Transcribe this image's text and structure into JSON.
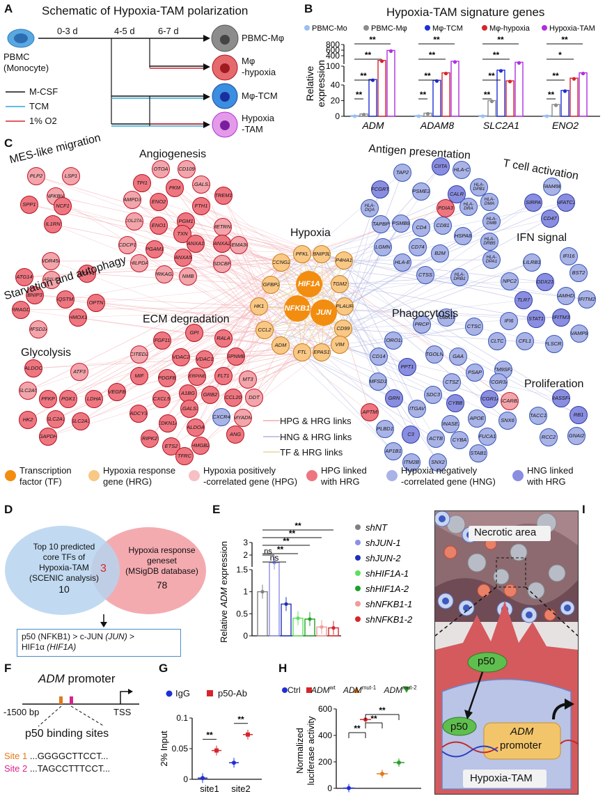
{
  "panels": {
    "A": "A",
    "B": "B",
    "C": "C",
    "D": "D",
    "E": "E",
    "F": "F",
    "G": "G",
    "H": "H",
    "I": "I"
  },
  "panelA": {
    "title": "Schematic of Hypoxia-TAM polarization",
    "source1": "PBMC",
    "source2": "(Monocyte)",
    "time1": "0-3 d",
    "time2": "4-5 d",
    "time3": "6-7 d",
    "outcomes": [
      "PBMC-Mφ",
      "Mφ",
      "-hypoxia",
      "Mφ-TCM",
      "Hypoxia",
      "-TAM"
    ],
    "legend": [
      {
        "label": "M-CSF",
        "color": "#111111"
      },
      {
        "label": "TCM",
        "color": "#2aa8d8"
      },
      {
        "label": "1% O2",
        "color": "#d6252c"
      }
    ]
  },
  "panelB": {
    "title": "Hypoxia-TAM signature genes",
    "ylabel": "Relative expression",
    "genes": [
      "ADM",
      "ADAM8",
      "SLC2A1",
      "ENO2"
    ],
    "sig": "**",
    "sig_single": "*"
  },
  "chart_data": [
    {
      "type": "bar",
      "title": "Hypoxia-TAM signature genes",
      "ylabel": "Relative expression",
      "categories": [
        "ADM",
        "ADAM8",
        "SLC2A1",
        "ENO2"
      ],
      "yticks": [
        0,
        20,
        40,
        100,
        400,
        600,
        800
      ],
      "series": [
        {
          "name": "PBMC-Mo",
          "color": "#9bbff0",
          "values": [
            1,
            1,
            1,
            1
          ]
        },
        {
          "name": "PBMC-Mφ",
          "color": "#8c8c8c",
          "values": [
            3,
            4,
            20,
            15
          ]
        },
        {
          "name": "Mφ-TCM",
          "color": "#1f2fd6",
          "values": [
            50,
            47,
            85,
            33
          ]
        },
        {
          "name": "Mφ-hypoxia",
          "color": "#d6252c",
          "values": [
            230,
            75,
            45,
            55
          ]
        },
        {
          "name": "Hypoxia-TAM",
          "color": "#b02ee0",
          "values": [
            590,
            200,
            165,
            75
          ]
        }
      ]
    },
    {
      "type": "bar",
      "ylabel": "Relative ADM expression",
      "yticks": [
        0,
        0.5,
        1.0,
        1.5,
        2,
        3
      ],
      "categories": [
        "shNT",
        "shJUN-1",
        "shJUN-2",
        "shHIF1A-1",
        "shHIF1A-2",
        "shNFKB1-1",
        "shNFKB1-2"
      ],
      "colors": [
        "#808080",
        "#8c8fe8",
        "#1f2fb8",
        "#5ce05c",
        "#1fa02a",
        "#f29a9a",
        "#d6252c"
      ],
      "values": [
        1.0,
        1.7,
        0.72,
        0.4,
        0.38,
        0.2,
        0.18
      ],
      "sig": [
        "ns",
        "ns",
        "**",
        "**",
        "**",
        "**"
      ]
    },
    {
      "type": "scatter",
      "ylabel": "2% Input",
      "categories": [
        "site1",
        "site2"
      ],
      "yticks": [
        0,
        0.05,
        0.1
      ],
      "series": [
        {
          "name": "IgG",
          "color": "#1f2fd6",
          "values": [
            0.002,
            0.027
          ]
        },
        {
          "name": "p50-Ab",
          "color": "#d6252c",
          "values": [
            0.047,
            0.073
          ]
        }
      ],
      "sig": "**"
    },
    {
      "type": "scatter",
      "ylabel": "Normalized luciferase activity",
      "yticks": [
        0,
        200,
        400,
        600
      ],
      "categories": [
        "Ctrl",
        "ADMwt",
        "ADMmut-1",
        "ADMmut-2"
      ],
      "colors": [
        "#1f2fd6",
        "#d6252c",
        "#e07a1a",
        "#2aa02a"
      ],
      "values": [
        2,
        520,
        110,
        195
      ],
      "sig": "**"
    }
  ],
  "panelC": {
    "categories": {
      "mes": "MES-like migration",
      "angio": "Angiogenesis",
      "starv": "Starvation and autophagy",
      "glyco": "Glycolysis",
      "ecm": "ECM degradation",
      "hypoxia": "Hypoxia",
      "antigen": "Antigen presentation",
      "tcell": "T cell activation",
      "ifn": "IFN signal",
      "phago": "Phagocytosis",
      "prolif": "Proliferation"
    },
    "links": [
      "HPG & HRG links",
      "HNG & HRG links",
      "TF & HRG links"
    ],
    "legend": [
      {
        "l1": "Transcription",
        "l2": "factor (TF)",
        "color": "#f28d10"
      },
      {
        "l1": "Hypoxia response",
        "l2": "gene (HRG)",
        "color": "#f9c885"
      },
      {
        "l1": "Hypoxia positively",
        "l2": "-correlated gene (HPG)",
        "color": "#f6c0c4"
      },
      {
        "l1": "HPG linked",
        "l2": "with HRG",
        "color": "#ee7680"
      },
      {
        "l1": "Hypoxia negatively",
        "l2": "-correlated gene (HNG)",
        "color": "#a9b3e6"
      },
      {
        "l1": "HNG linked",
        "l2": "with HRG",
        "color": "#8a8ee0"
      }
    ]
  },
  "panelD": {
    "left1": "Top 10 predicted",
    "left2": "core TFs of",
    "left3": "Hypoxia-TAM",
    "left4": "(SCENIC analysis)",
    "left_n": "10",
    "right1": "Hypoxia response",
    "right2": "geneset",
    "right3": "(MSigDB database)",
    "right_n": "78",
    "overlap": "3",
    "result_a": "p50 (NFKB1) > c-JUN ",
    "result_b": "(JUN)",
    "result_c": " >",
    "result_d": "HIF1α ",
    "result_e": "(HIF1A)"
  },
  "panelF": {
    "title_it": "ADM",
    "title": " promoter",
    "left": "-1500 bp",
    "right": "TSS",
    "sites_label": "p50 binding sites",
    "site1_label": "Site 1",
    "site1_seq": " ...GGGGCTTCCT...",
    "site2_label": "Site 2",
    "site2_seq": " ...TAGCCTTTCCT..."
  },
  "panelG": {
    "legend1": "IgG",
    "legend2": "p50-Ab"
  },
  "panelH": {
    "legend": [
      "Ctrl",
      "ADM",
      "wt",
      "ADM",
      "mut-1",
      "ADM",
      "mut-2"
    ]
  },
  "panelI": {
    "top": "Necrotic area",
    "protein1": "p50",
    "protein2": "p50",
    "promoter1": "ADM",
    "promoter2": "promoter",
    "cell": "Hypoxia-TAM"
  }
}
